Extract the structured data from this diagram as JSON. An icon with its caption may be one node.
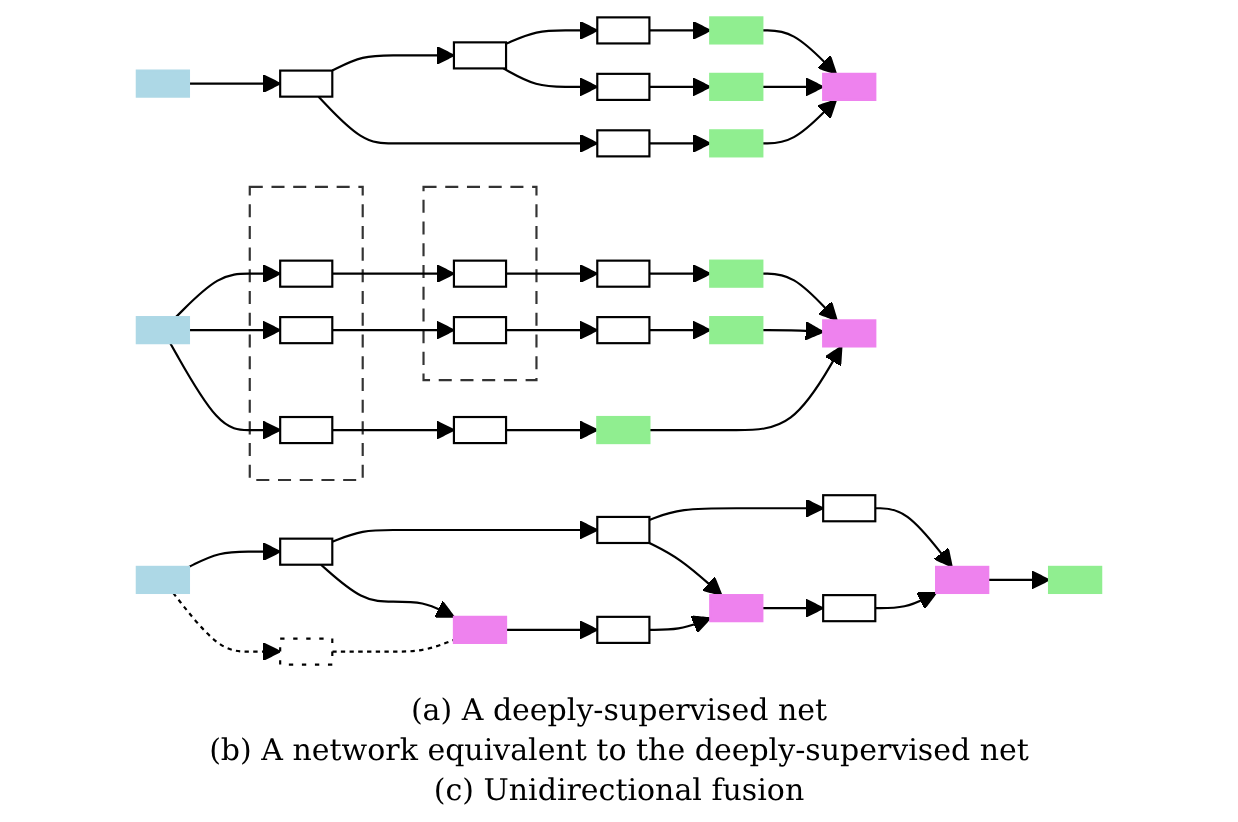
{
  "diagram": {
    "nodes": [
      {
        "text": [],
        "shape": "box"
      },
      {
        "text": [],
        "shape": "box"
      },
      {
        "text": [],
        "shape": "box"
      },
      {
        "text": [],
        "shape": "box"
      },
      {
        "text": [],
        "shape": "box"
      },
      {
        "text": [],
        "shape": "box"
      },
      {
        "text": [],
        "shape": "box"
      },
      {
        "text": [],
        "shape": "box"
      },
      {
        "text": [],
        "shape": "box"
      },
      {
        "text": [],
        "shape": "box"
      },
      {
        "text": [],
        "shape": "box"
      },
      {
        "text": [],
        "shape": "box"
      },
      {
        "text": [],
        "shape": "box",
        "in": 11
      },
      {
        "text": [],
        "shape": "box"
      },
      {
        "text": [],
        "shape": "box",
        "in": 13
      },
      {
        "text": [],
        "shape": "box"
      },
      {
        "text": [],
        "shape": "box"
      },
      {
        "text": [],
        "shape": "box",
        "in": 11
      },
      {
        "text": [],
        "shape": "box",
        "in": 13
      },
      {
        "text": [],
        "shape": "box"
      },
      {
        "text": [],
        "shape": "box"
      },
      {
        "text": [],
        "shape": "box"
      },
      {
        "text": [],
        "shape": "box",
        "in": 11
      },
      {
        "text": [],
        "shape": "box"
      },
      {
        "text": [],
        "shape": "box"
      },
      {
        "text": [],
        "shape": "box"
      },
      {
        "text": [],
        "shape": "box"
      },
      {
        "text": [],
        "shape": "box"
      },
      {
        "text": [],
        "shape": "box"
      },
      {
        "text": [],
        "shape": "box"
      },
      {
        "text": [],
        "shape": "box"
      },
      {
        "text": [],
        "shape": "box"
      },
      {
        "text": [],
        "shape": "box"
      },
      {
        "text": [],
        "shape": "box"
      },
      {
        "text": [],
        "shape": "box"
      },
      {
        "text": [],
        "shape": "box"
      }
    ],
    "edges": [
      {
        "from": 0,
        "to": 1,
        "arrow": "to"
      },
      {
        "from": 1,
        "to": 2,
        "arrow": "to"
      },
      {
        "from": 2,
        "to": 3,
        "arrow": "to"
      },
      {
        "from": 3,
        "to": 4,
        "arrow": "to"
      },
      {
        "from": 2,
        "to": 5,
        "arrow": "to"
      },
      {
        "from": 5,
        "to": 6,
        "arrow": "to"
      },
      {
        "from": 1,
        "to": 8,
        "arrow": "to"
      },
      {
        "from": 8,
        "to": 9,
        "arrow": "to"
      },
      {
        "from": 4,
        "to": 7,
        "arrow": "to"
      },
      {
        "from": 6,
        "to": 7,
        "arrow": "to"
      },
      {
        "from": 9,
        "to": 7,
        "arrow": "to"
      },
      {
        "from": 10,
        "to": 12,
        "arrow": "to"
      },
      {
        "from": 10,
        "to": 17,
        "arrow": "to"
      },
      {
        "from": 10,
        "to": 22,
        "arrow": "to"
      },
      {
        "from": 12,
        "to": 14,
        "arrow": "to"
      },
      {
        "from": 14,
        "to": 15,
        "arrow": "to"
      },
      {
        "from": 15,
        "to": 16,
        "arrow": "to"
      },
      {
        "from": 17,
        "to": 18,
        "arrow": "to"
      },
      {
        "from": 18,
        "to": 19,
        "arrow": "to"
      },
      {
        "from": 19,
        "to": 20,
        "arrow": "to"
      },
      {
        "from": 22,
        "to": 23,
        "arrow": "to"
      },
      {
        "from": 23,
        "to": 24,
        "arrow": "to"
      },
      {
        "from": 16,
        "to": 21,
        "arrow": "to"
      },
      {
        "from": 20,
        "to": 21,
        "arrow": "to"
      },
      {
        "from": 24,
        "to": 21,
        "arrow": "to"
      },
      {
        "from": 25,
        "to": 26,
        "arrow": "to"
      },
      {
        "from": 26,
        "to": 27,
        "arrow": "to"
      },
      {
        "from": 27,
        "to": 28,
        "arrow": "to"
      },
      {
        "from": 26,
        "to": 30,
        "arrow": "to"
      },
      {
        "from": 27,
        "to": 32,
        "arrow": "to"
      },
      {
        "from": 28,
        "to": 34,
        "arrow": "to"
      },
      {
        "from": 25,
        "to": 29,
        "arrow": "to",
        "style": "dashed"
      },
      {
        "from": 29,
        "to": 30,
        "arrow": "none",
        "style": "dashed"
      },
      {
        "from": 30,
        "to": 31,
        "arrow": "to"
      },
      {
        "from": 31,
        "to": 32,
        "arrow": "to"
      },
      {
        "from": 32,
        "to": 33,
        "arrow": "to"
      },
      {
        "from": 33,
        "to": 34,
        "arrow": "to"
      },
      {
        "from": 34,
        "to": 35,
        "arrow": "to"
      }
    ],
    "labels": [
      "(a) A deeply-supervised net",
      "(b) A network equivalent to the deeply-supervised net",
      "(c) Unidirectional fusion"
    ]
  }
}
